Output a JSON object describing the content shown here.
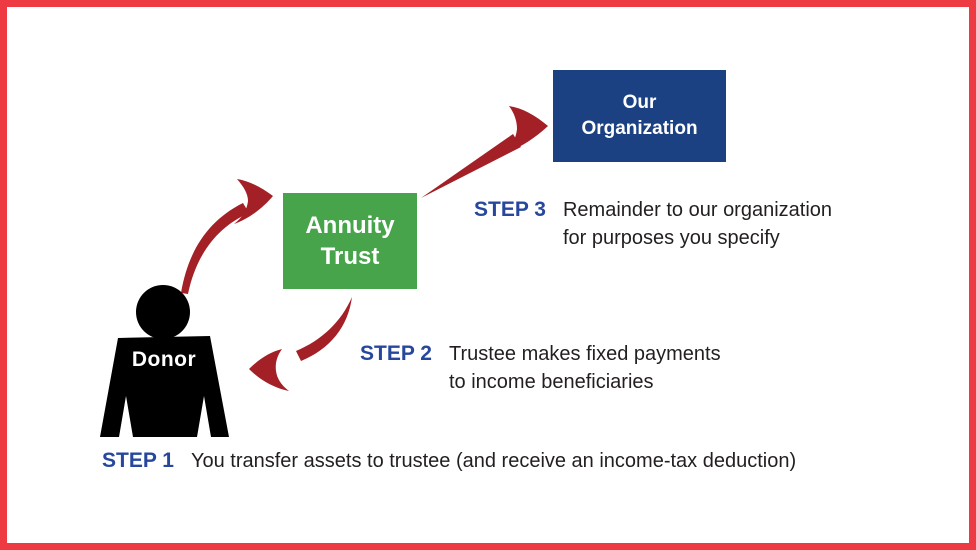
{
  "diagram": {
    "type": "charitable-annuity-trust-flow"
  },
  "colors": {
    "frame_red": "#ee3a43",
    "arrow_red": "#a32026",
    "trust_green": "#47a44b",
    "organization_navy": "#1b4182",
    "step_blue": "#27479d",
    "text_dark": "#231f20",
    "donor_black": "#000000"
  },
  "boxes": {
    "organization": {
      "label": "Our\nOrganization"
    },
    "trust": {
      "label": "Annuity\nTrust"
    },
    "donor": {
      "label": "Donor"
    }
  },
  "steps": [
    {
      "label": "STEP 1",
      "description": "You transfer assets to trustee (and receive an income-tax deduction)"
    },
    {
      "label": "STEP 2",
      "description": "Trustee makes fixed payments\nto income beneficiaries"
    },
    {
      "label": "STEP 3",
      "description": "Remainder to our organization\nfor purposes you specify"
    }
  ],
  "arrows": [
    {
      "name": "donor-to-trust",
      "from": "Donor",
      "to": "Annuity Trust"
    },
    {
      "name": "trust-to-organization",
      "from": "Annuity Trust",
      "to": "Our Organization"
    },
    {
      "name": "trust-to-donor",
      "from": "Annuity Trust",
      "to": "Donor"
    }
  ]
}
